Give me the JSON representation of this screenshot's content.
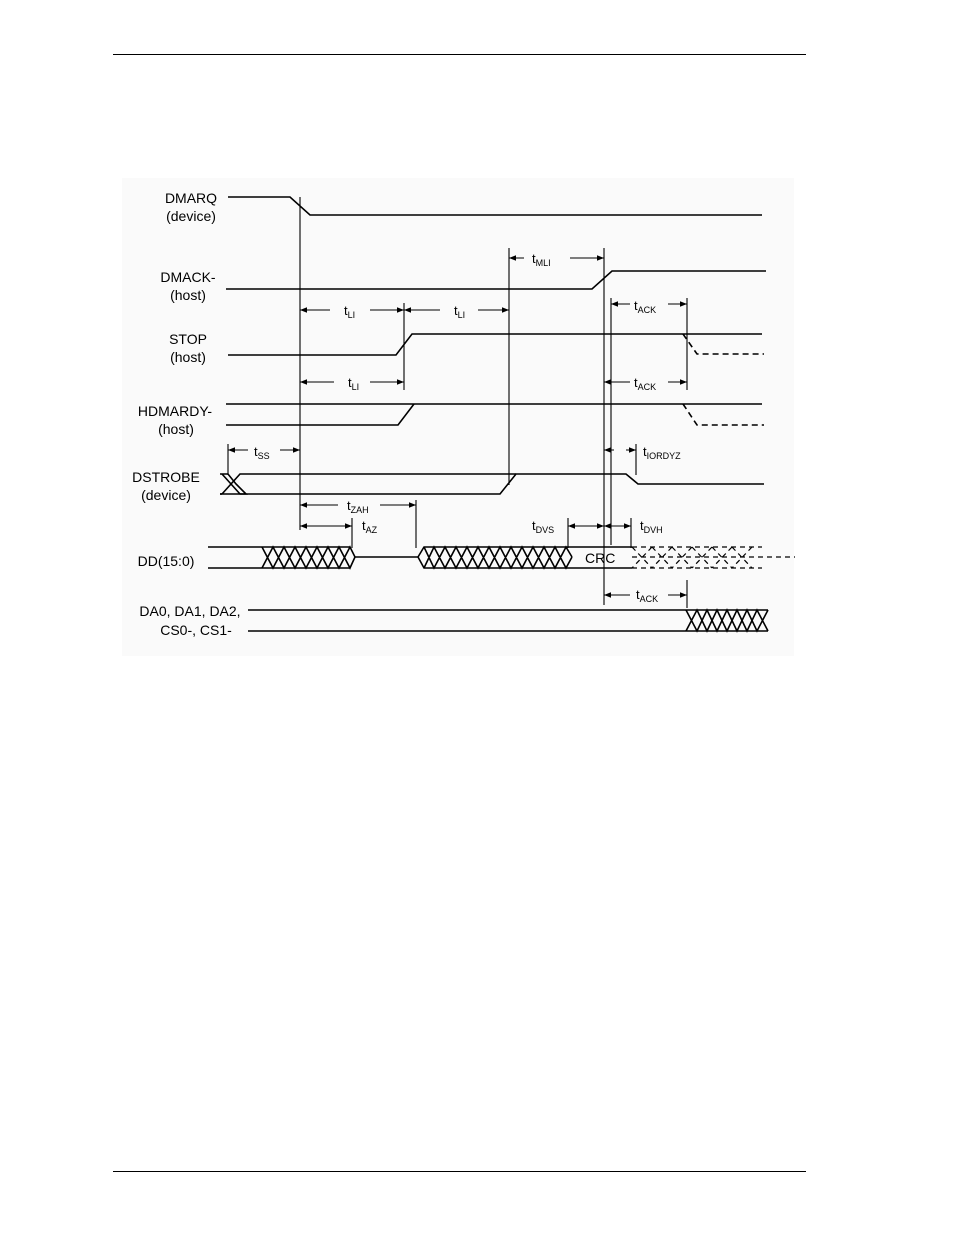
{
  "signals": [
    {
      "line1": "DMARQ",
      "line2": "(device)"
    },
    {
      "line1": "DMACK-",
      "line2": "(host)"
    },
    {
      "line1": "STOP",
      "line2": "(host)"
    },
    {
      "line1": "HDMARDY-",
      "line2": "(host)"
    },
    {
      "line1": "DSTROBE",
      "line2": "(device)"
    },
    {
      "line1": "DD(15:0)",
      "line2": ""
    },
    {
      "line1": "DA0, DA1, DA2,",
      "line2": "CS0-, CS1-"
    }
  ],
  "timings": {
    "t_mli": {
      "main": "t",
      "sub": "MLI"
    },
    "t_li_stop_1": {
      "main": "t",
      "sub": "LI"
    },
    "t_li_stop_2": {
      "main": "t",
      "sub": "LI"
    },
    "t_li_hdmardy": {
      "main": "t",
      "sub": "LI"
    },
    "t_ack_stop": {
      "main": "t",
      "sub": "ACK"
    },
    "t_ack_hdmardy": {
      "main": "t",
      "sub": "ACK"
    },
    "t_ss": {
      "main": "t",
      "sub": "SS"
    },
    "t_iordyz": {
      "main": "t",
      "sub": "IORDYZ"
    },
    "t_zah": {
      "main": "t",
      "sub": "ZAH"
    },
    "t_az": {
      "main": "t",
      "sub": "AZ"
    },
    "t_dvs": {
      "main": "t",
      "sub": "DVS"
    },
    "t_dvh": {
      "main": "t",
      "sub": "DVH"
    },
    "t_ack_addr": {
      "main": "t",
      "sub": "ACK"
    }
  },
  "data_labels": {
    "crc": "CRC"
  }
}
